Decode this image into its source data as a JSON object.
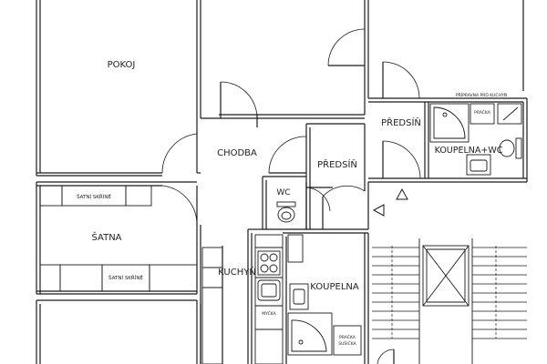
{
  "plan": {
    "rooms": {
      "pokoj": "POKOJ",
      "chodba": "CHODBA",
      "satna": "ŠATNA",
      "predsin_left": "PŘEDSÍŇ",
      "predsin_right": "PŘEDSÍŇ",
      "wc": "WC",
      "kuchyn": "KUCHYŇ",
      "koupelna": "KOUPELNA",
      "koupelna_wc": "KOUPELNA+WC"
    },
    "fixtures": {
      "satni_skrine_top": "ŠATNÍ SKŘÍNĚ",
      "satni_skrine_bottom": "ŠATNÍ SKŘÍNĚ",
      "pracka_top": "PRAČKA",
      "pripravna": "PŘÍPRAVNA PRO KUCHYŇ",
      "mycka": "MYČKA",
      "pracka_susicka_1": "PRAČKA",
      "pracka_susicka_2": "SUŠIČKA"
    },
    "colors": {
      "wall": "#1a1a1a",
      "thin": "#333333",
      "background": "#ffffff"
    }
  }
}
